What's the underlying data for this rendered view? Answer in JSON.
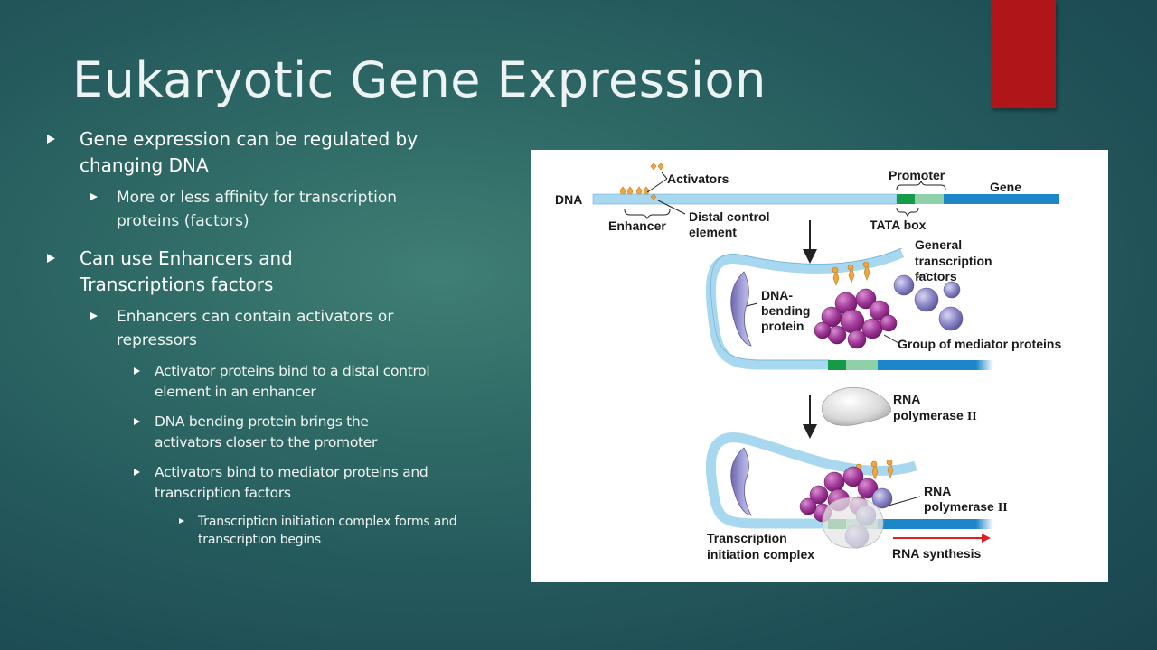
{
  "slide": {
    "title": "Eukaryotic Gene Expression",
    "bullets": {
      "b1": "Gene expression can be regulated by changing DNA",
      "b1_1": "More or less affinity for transcription proteins (factors)",
      "b2": "Can use Enhancers and Transcriptions factors",
      "b2_1": "Enhancers can contain activators or repressors",
      "b2_1_1": "Activator proteins bind to a distal control element in an enhancer",
      "b2_1_2": "DNA bending protein brings the activators closer to the promoter",
      "b2_1_3": "Activators bind to mediator proteins and transcription factors",
      "b2_1_3_1": "Transcription initiation complex forms and transcription begins"
    }
  },
  "diagram": {
    "activators": "Activators",
    "dna": "DNA",
    "enhancer": "Enhancer",
    "distal_1": "Distal control",
    "distal_2": "element",
    "promoter": "Promoter",
    "gene": "Gene",
    "tata_box": "TATA box",
    "gtf_1": "General",
    "gtf_2": "transcription",
    "gtf_3": "factors",
    "dna_bending_1": "DNA-",
    "dna_bending_2": "bending",
    "dna_bending_3": "protein",
    "mediator": "Group of mediator proteins",
    "rnapol_1": "RNA",
    "rnapol_2": "polymerase",
    "rnapol_roman": "II",
    "rnapol2_1": "RNA",
    "rnapol2_2": "polymerase",
    "rnapol2_roman": "II",
    "tic_1": "Transcription",
    "tic_2": "initiation complex",
    "rna_synthesis": "RNA synthesis"
  },
  "colors": {
    "dna_strand": "#a8d8f0",
    "gene": "#1c86c8",
    "tata": "#159a48",
    "promoter": "#8fd0a8",
    "activator": "#f0a640",
    "mediator": "#9a2f8e",
    "gtf": "#8a86c8",
    "accent": "#b0151a"
  }
}
